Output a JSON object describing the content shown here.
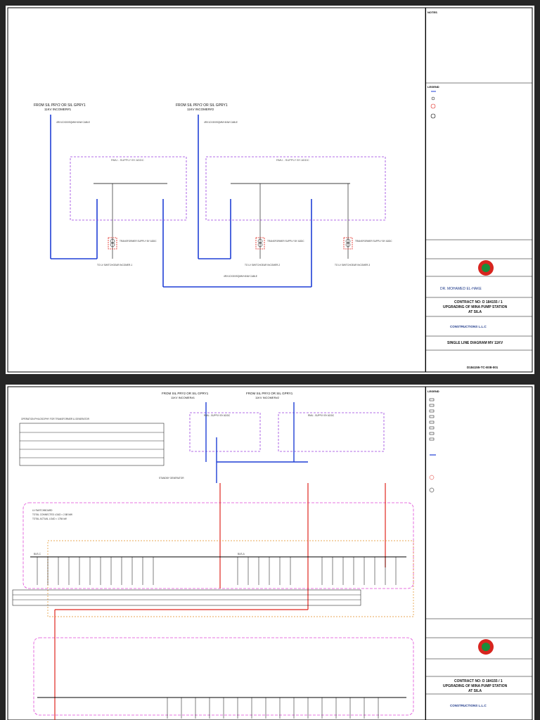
{
  "sheet1": {
    "notes_title": "NOTES",
    "legend_title": "LEGEND",
    "incomer1": "FROM SIL PRY2 OR SIL GPRY1",
    "incomer1_sub": "11KV INCOMER#1",
    "incomer2": "FROM SIL PRY2 OR SIL GPRY1",
    "incomer2_sub": "11KV INCOMER#2",
    "rmu1": "RMU - SUPPLY BY ADDC",
    "rmu2": "RMU - SUPPLY BY ADDC",
    "tx_label": "TRANSFORMER SUPPLY BY ADDC",
    "to_lv1": "TO LV SWITCHGEAR INCOMER-1",
    "to_lv2": "TO LV SWITCHGEAR INCOMER-2",
    "to_lv3": "TO LV SWITCHGEAR INCOMER-3",
    "cable": "4RX1CX300SQMM+4NW CABLE",
    "consultant": "DR. MOHAMED EL-HAKE",
    "contract": "CONTRACT NO: D 184155 / 1",
    "project": "UPGRADING OF MINA PUMP STATION",
    "project2": "AT SILA",
    "contractor": "CONSTRUCTIONS L.L.C",
    "title": "SINGLE LINE DIAGRAM MV 11KV",
    "drawing_no": "D184155-TC-E08-001"
  },
  "sheet2": {
    "legend_title": "LEGEND",
    "incomer1": "FROM SIL PRY2 OR SIL GPRY1",
    "incomer1_sub": "11KV INCOMER#1",
    "incomer2": "FROM SIL PRY2 OR SIL GPRY1",
    "incomer2_sub": "11KV INCOMER#2",
    "rmu1": "RMU - SUPPLY BY ADDC",
    "rmu2": "RMU - SUPPLY BY ADDC",
    "op_table_title": "OPERATION PHILOSOPHY FOR TRANSFORMER & GENERATOR",
    "lv_switchboard": "LV SWITCHBOARD",
    "total_load": "TOTAL CONNECTED LOAD = 2.88 MW",
    "actual_load": "TOTAL ACTUAL LOAD = 1784 kW",
    "standby_gen": "STANDBY GENERATOR",
    "bus_c": "BUS-C",
    "bus_a": "BUS-A",
    "contract": "CONTRACT NO: D 184155 / 1",
    "project": "UPGRADING OF MINA PUMP STATION",
    "project2": "AT SILA",
    "contractor": "CONSTRUCTIONS L.L.C"
  },
  "colors": {
    "mv_line": "#1f3fd6",
    "rmu_border": "#9a3fe0",
    "lv_red": "#e0261e",
    "lv_orange": "#e28a1c",
    "lv_magenta": "#e04ad8"
  }
}
